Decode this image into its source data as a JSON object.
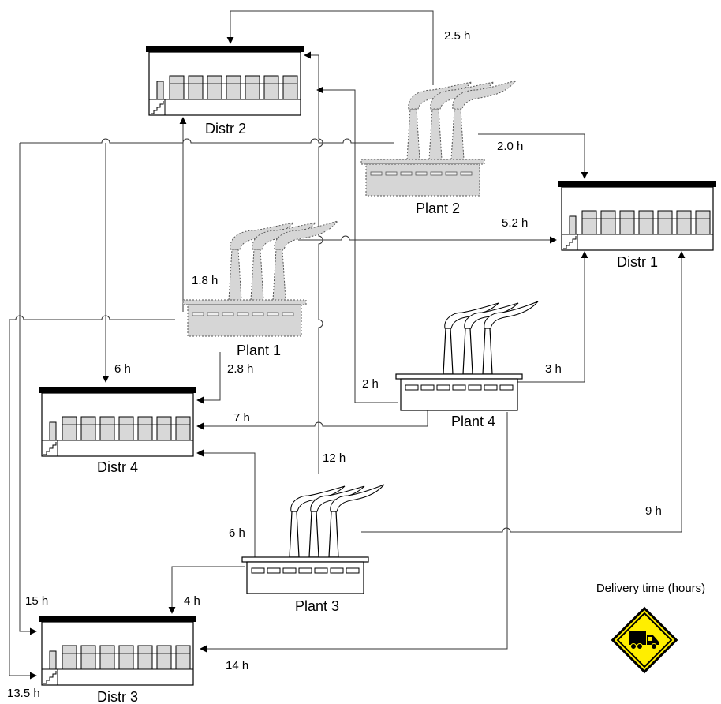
{
  "legend": {
    "title": "Delivery time (hours)",
    "sign_icon": "truck-warning-sign-icon",
    "sign_color": "#ffee00"
  },
  "facilities": {
    "distr2": "Distr 2",
    "distr1": "Distr 1",
    "distr4": "Distr 4",
    "distr3": "Distr 3",
    "plant2": "Plant 2",
    "plant1": "Plant 1",
    "plant4": "Plant 4",
    "plant3": "Plant 3"
  },
  "routes": {
    "p2_d2": "2.5 h",
    "p2_d1": "2.0 h",
    "p1_d1": "5.2 h",
    "p1_d2": "1.8 h",
    "p1_d4": "2.8 h",
    "p2_d4": "6 h",
    "p4_d2": "2 h",
    "p4_d1": "3 h",
    "p4_d4": "7 h",
    "p3_d2": "12 h",
    "p3_d4": "6 h",
    "p3_d1": "9 h",
    "p2_d3": "15 h",
    "p3_d3": "4 h",
    "p4_d3": "14 h",
    "p1_d3": "13.5 h"
  }
}
